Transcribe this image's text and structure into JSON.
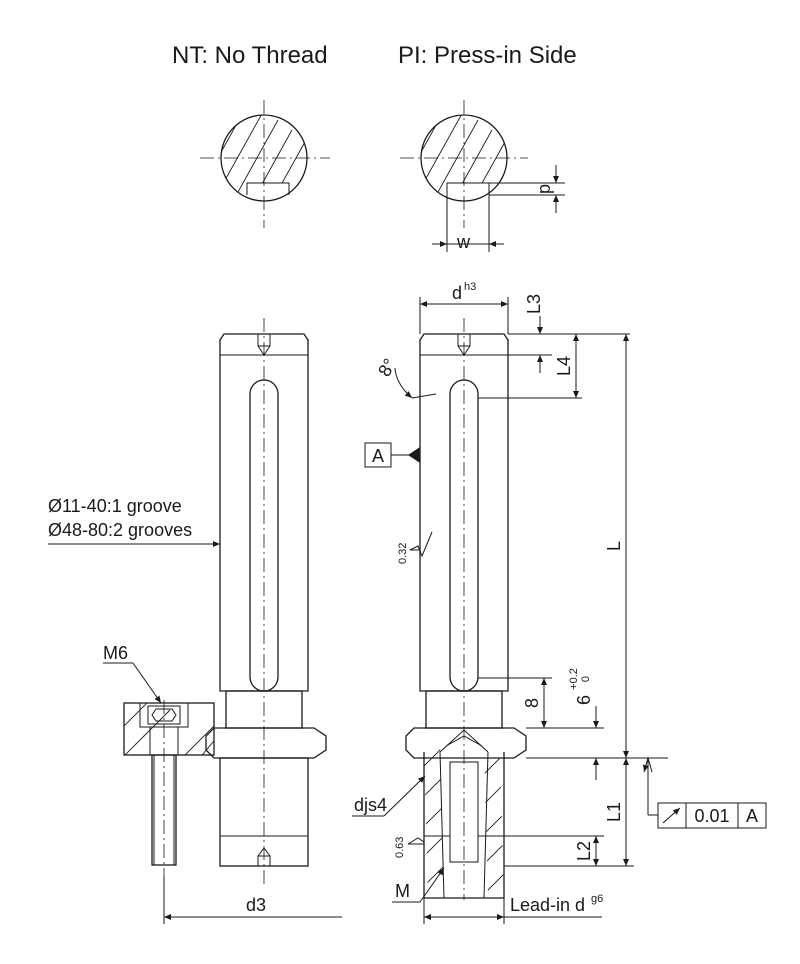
{
  "legend": {
    "no_thread": "NT: No Thread",
    "press_in": "PI: Press-in Side"
  },
  "dims": {
    "w": "w",
    "p": "p",
    "d_base": "d",
    "d_sup": "h3",
    "L3": "L3",
    "L4": "L4",
    "L": "L",
    "L1": "L1",
    "L2": "L2",
    "angle": "8°",
    "eight": "8",
    "six": "6",
    "six_upper": "+0.2",
    "six_lower": "0",
    "d3": "d3",
    "djs4": "djs4",
    "M": "M",
    "M6": "M6",
    "lead_in_base": "Lead-in d",
    "lead_in_sup": "g6"
  },
  "notes": {
    "groove_line1": "Ø11-40:1 groove",
    "groove_line2": "Ø48-80:2 grooves"
  },
  "roughness": {
    "r1": "0.32",
    "r2": "0.63"
  },
  "datum": {
    "label": "A"
  },
  "tolerance_frame": {
    "symbol": "runout-arrow-icon",
    "value": "0.01",
    "datum": "A"
  }
}
